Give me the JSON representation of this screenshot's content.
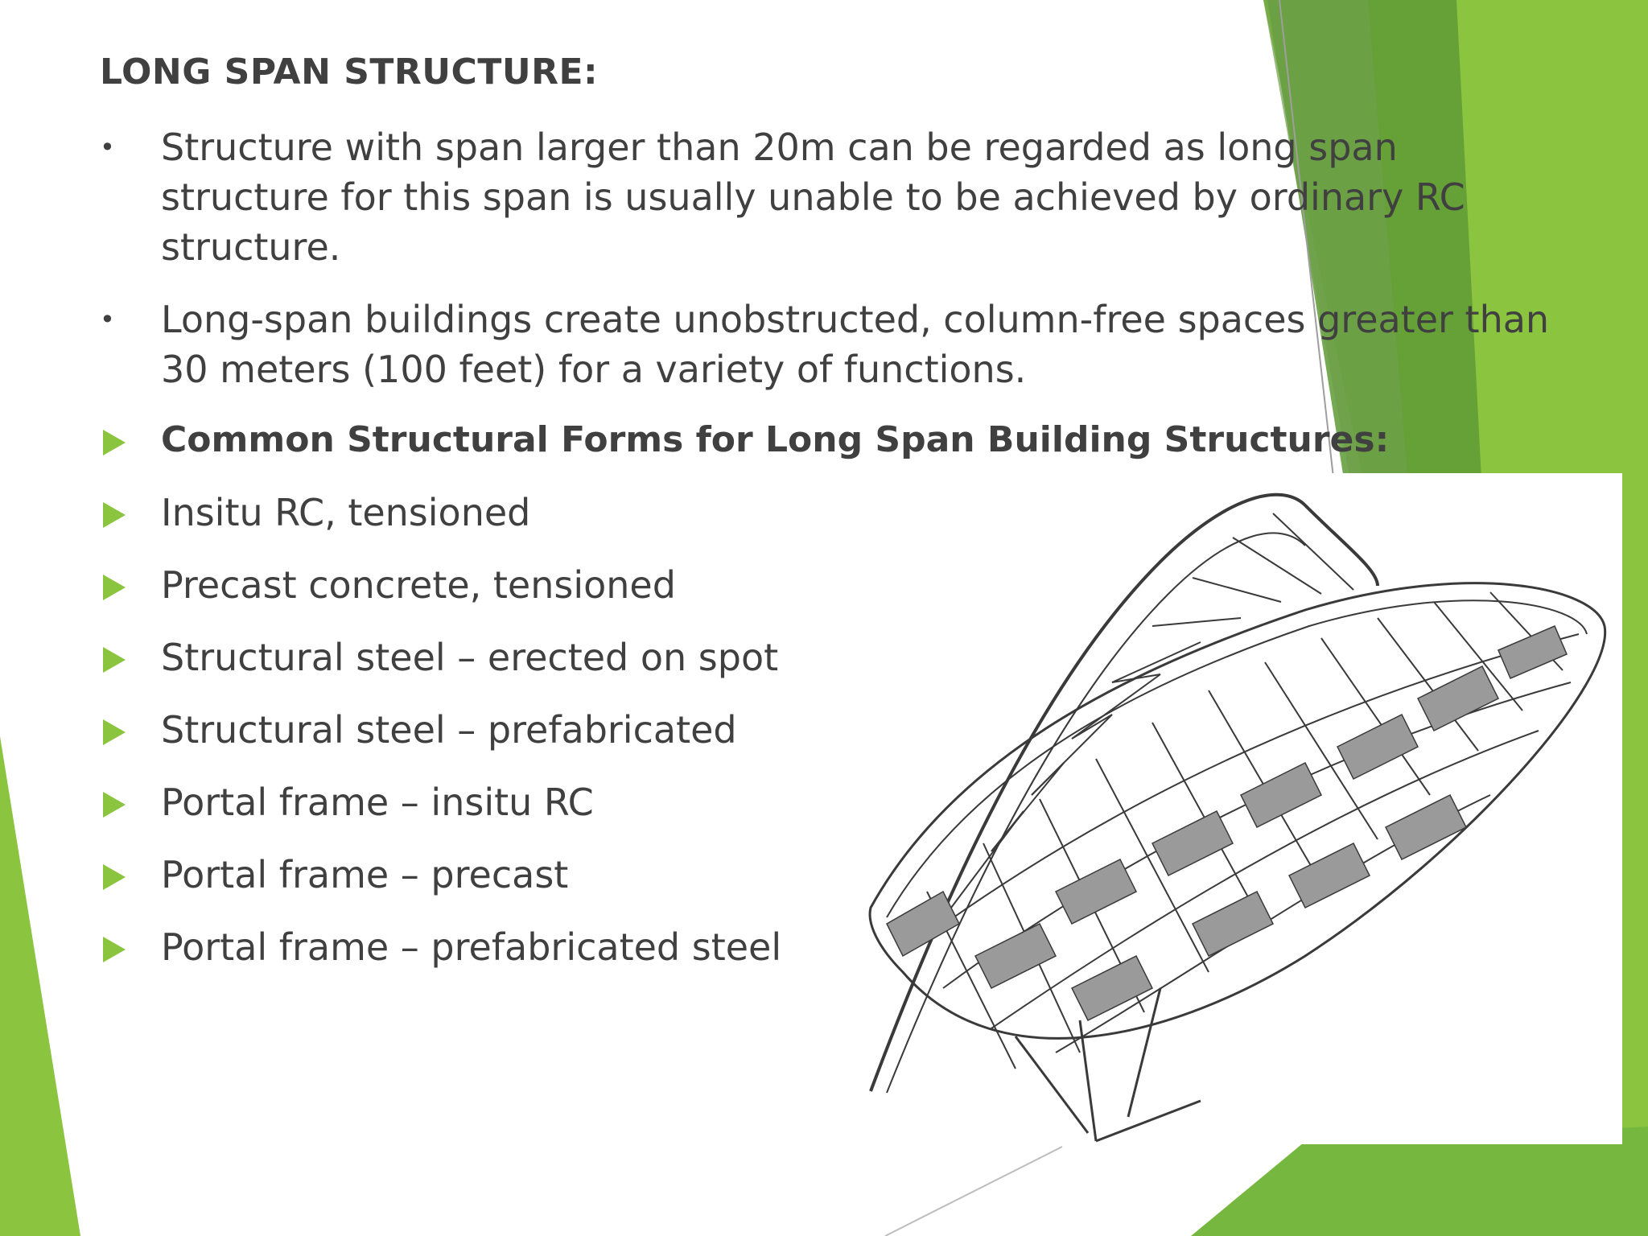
{
  "slide": {
    "heading": "LONG SPAN STRUCTURE:",
    "bullets": [
      {
        "lines": [
          "Structure with span larger than 20m can be regarded as long span",
          "structure for this span is usually unable to be achieved by ordinary RC",
          "structure."
        ]
      },
      {
        "lines": [
          "Long-span buildings create unobstructed, column-free spaces greater than",
          "30 meters (100 feet) for a variety of functions."
        ]
      }
    ],
    "subheading": "Common Structural Forms for Long Span Building Structures:",
    "forms": [
      "Insitu RC, tensioned",
      "Precast concrete, tensioned",
      "Structural steel – erected on spot",
      "Structural steel – prefabricated",
      "Portal frame – insitu RC",
      "Portal frame – precast",
      "Portal frame – prefabricated steel"
    ]
  },
  "theme": {
    "accent_green": "#8bc53f",
    "dark_green": "#5e9a35",
    "text_color": "#404040"
  },
  "figure": {
    "icon": "long-span-arch-truss-roof-illustration"
  }
}
